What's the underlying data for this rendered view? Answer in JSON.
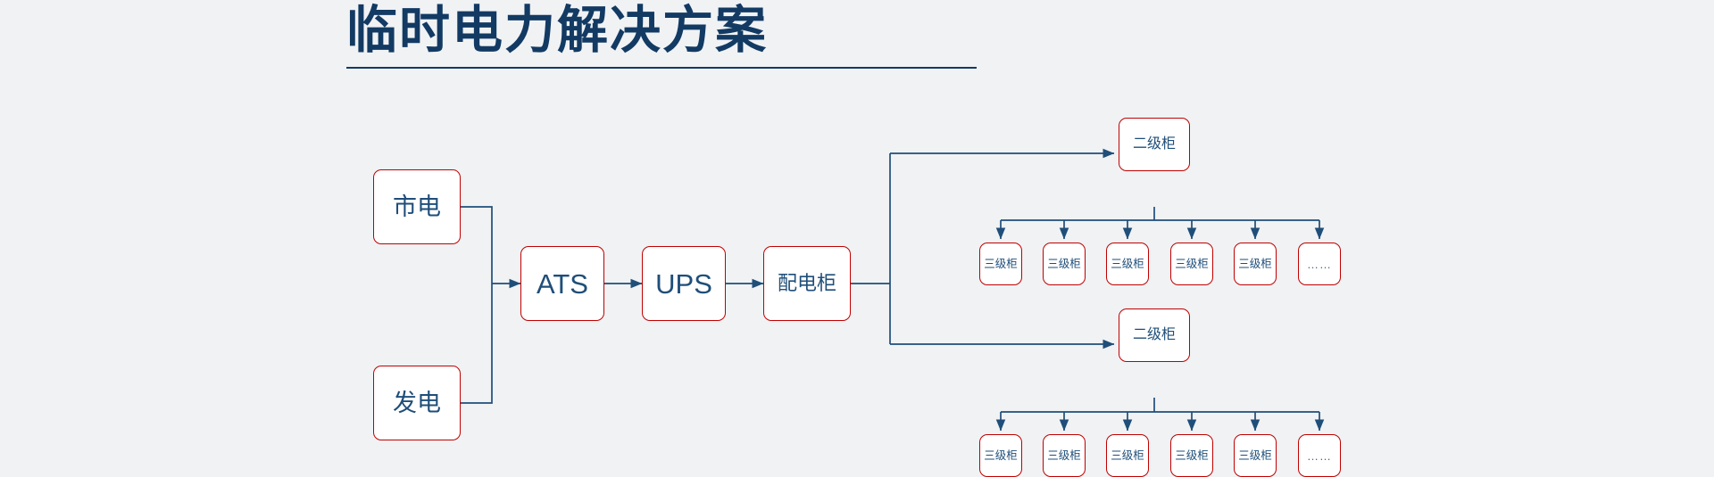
{
  "page": {
    "background_color": "#f0f2f4",
    "title": "临时电力解决方案",
    "title_color": "#123A63",
    "box_border_color": "#C00000",
    "box_fill_color": "#FFFFFF",
    "text_color": "#1F4E79",
    "connector_color": "#1F4E79"
  },
  "diagram": {
    "type": "flowchart",
    "sources": [
      {
        "id": "mains",
        "label": "市电"
      },
      {
        "id": "generator",
        "label": "发电"
      }
    ],
    "chain": [
      {
        "id": "ats",
        "label": "ATS"
      },
      {
        "id": "ups",
        "label": "UPS"
      },
      {
        "id": "distribution",
        "label": "配电柜"
      }
    ],
    "branches": [
      {
        "id": "level2-top",
        "label": "二级柜",
        "children": [
          {
            "label": "三级柜"
          },
          {
            "label": "三级柜"
          },
          {
            "label": "三级柜"
          },
          {
            "label": "三级柜"
          },
          {
            "label": "三级柜"
          },
          {
            "label": "……"
          }
        ]
      },
      {
        "id": "level2-bottom",
        "label": "二级柜",
        "children": [
          {
            "label": "三级柜"
          },
          {
            "label": "三级柜"
          },
          {
            "label": "三级柜"
          },
          {
            "label": "三级柜"
          },
          {
            "label": "三级柜"
          },
          {
            "label": "……"
          }
        ]
      }
    ]
  }
}
